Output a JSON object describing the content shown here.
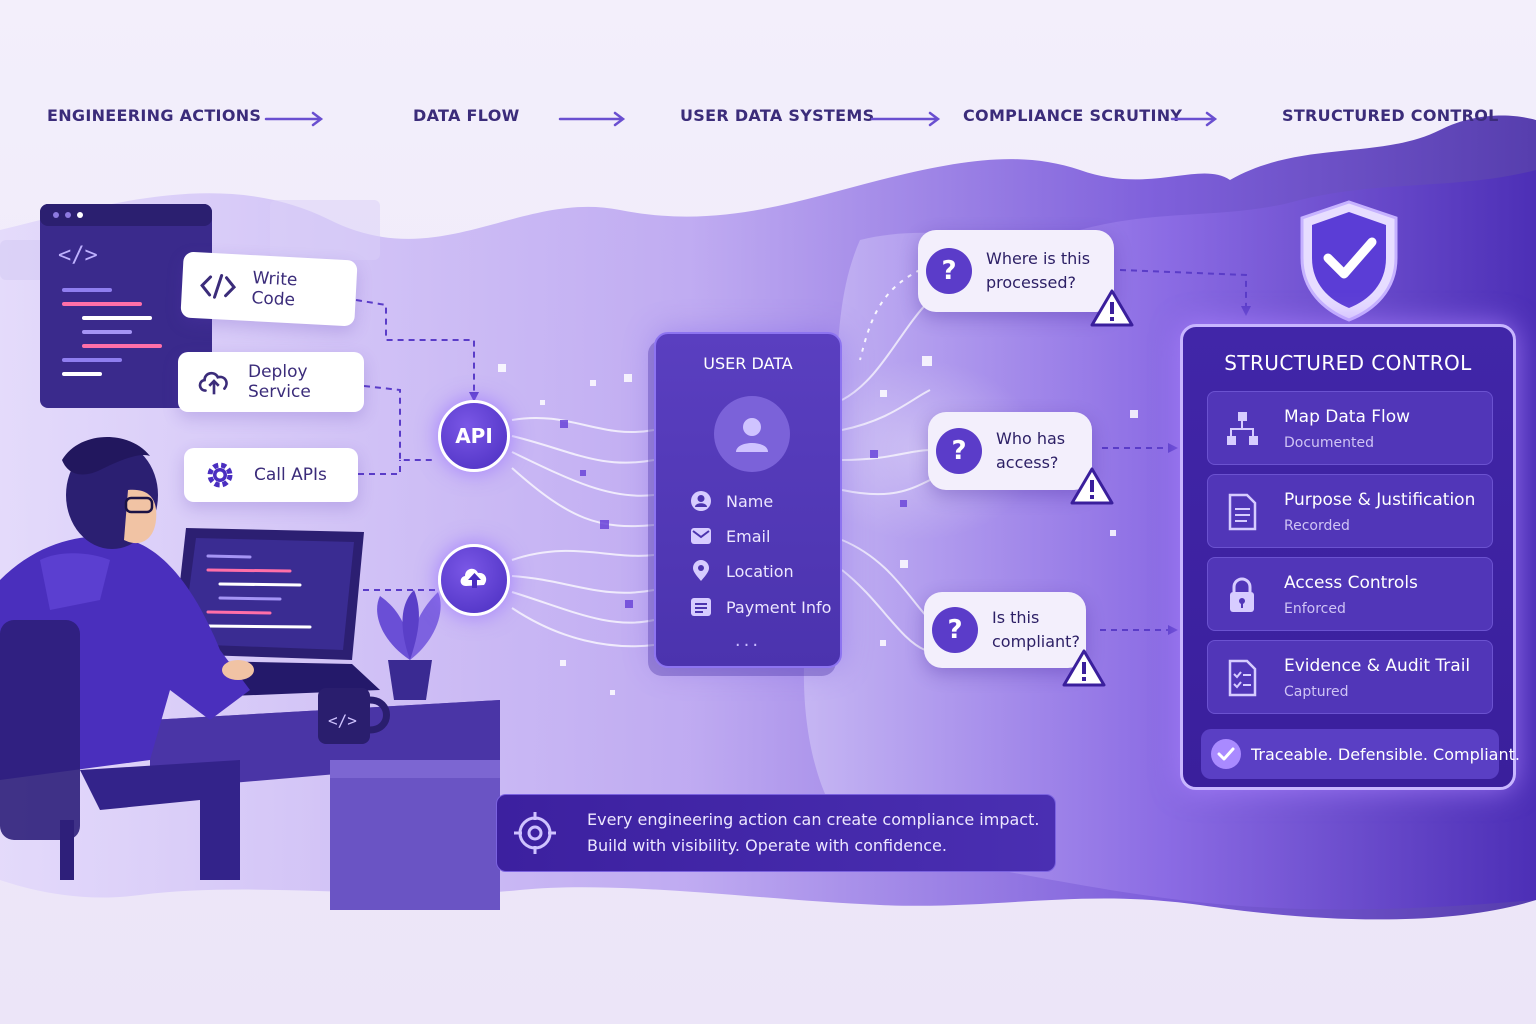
{
  "stages": [
    "ENGINEERING ACTIONS",
    "DATA FLOW",
    "USER DATA SYSTEMS",
    "COMPLIANCE SCRUTINY",
    "STRUCTURED CONTROL"
  ],
  "actions": [
    {
      "label": "Write Code",
      "icon": "code-icon"
    },
    {
      "label": "Deploy Service",
      "icon": "cloud-upload-icon"
    },
    {
      "label": "Call APIs",
      "icon": "gear-icon"
    }
  ],
  "nodes": {
    "api_label": "API",
    "upload_icon": "cloud-upload-icon"
  },
  "user_data": {
    "title": "USER DATA",
    "avatar_icon": "user-icon",
    "fields": [
      {
        "label": "Name",
        "icon": "person-icon"
      },
      {
        "label": "Email",
        "icon": "mail-icon"
      },
      {
        "label": "Location",
        "icon": "location-pin-icon"
      },
      {
        "label": "Payment Info",
        "icon": "card-icon"
      }
    ],
    "more": "..."
  },
  "questions": [
    {
      "line1": "Where is this",
      "line2": "processed?"
    },
    {
      "line1": "Who has",
      "line2": "access?"
    },
    {
      "line1": "Is this",
      "line2": "compliant?"
    }
  ],
  "question_mark": "?",
  "control": {
    "title": "STRUCTURED CONTROL",
    "shield_icon": "shield-check-icon",
    "items": [
      {
        "title": "Map Data Flow",
        "status": "Documented",
        "icon": "flow-map-icon"
      },
      {
        "title": "Purpose & Justification",
        "status": "Recorded",
        "icon": "document-icon"
      },
      {
        "title": "Access Controls",
        "status": "Enforced",
        "icon": "lock-icon"
      },
      {
        "title": "Evidence & Audit Trail",
        "status": "Captured",
        "icon": "checklist-icon"
      }
    ],
    "tagline": "Traceable. Defensible. Compliant."
  },
  "banner": {
    "line1": "Every engineering action can create compliance impact.",
    "line2": "Build with visibility. Operate with confidence.",
    "icon": "target-icon"
  },
  "colors": {
    "primary": "#4a2ec0",
    "accent": "#a98aff",
    "text_dark": "#3b2c7a",
    "background": "#f3effb"
  }
}
